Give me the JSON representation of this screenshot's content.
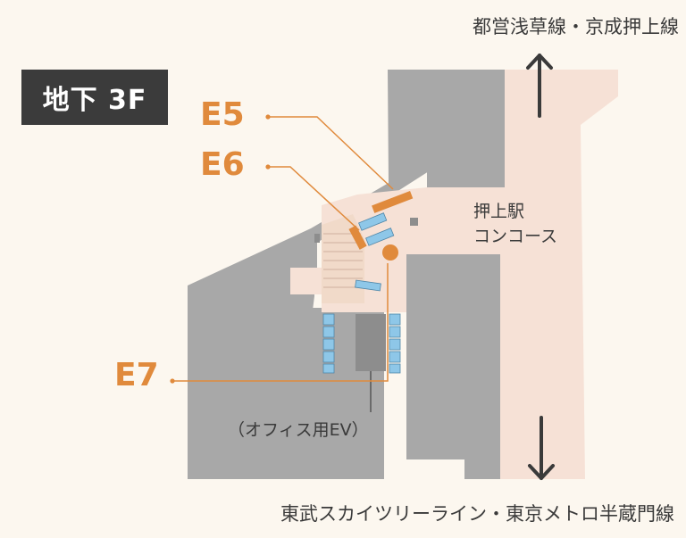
{
  "floor_label": "地下 3F",
  "lines": {
    "top": "都営浅草線・京成押上線",
    "bottom": "東武スカイツリーライン・東京メトロ半蔵門線"
  },
  "concourse": {
    "line1": "押上駅",
    "line2": "コンコース"
  },
  "office_elevator": "（オフィス用EV）",
  "exits": [
    {
      "id": "E5",
      "label": "E5"
    },
    {
      "id": "E6",
      "label": "E6"
    },
    {
      "id": "E7",
      "label": "E7"
    }
  ],
  "colors": {
    "background": "#fcf7ef",
    "building_gray": "#a8a8a8",
    "concourse_pink": "#f6e1d6",
    "exit_orange": "#e08a3c",
    "escalator_blue": "#8ec7e8",
    "badge": "#3b3b3b",
    "text": "#3a3a3a"
  },
  "icons": {
    "up": "arrow-up-icon",
    "down": "arrow-down-icon",
    "escalator": "escalator-icon",
    "elevator": "elevator-icon"
  }
}
